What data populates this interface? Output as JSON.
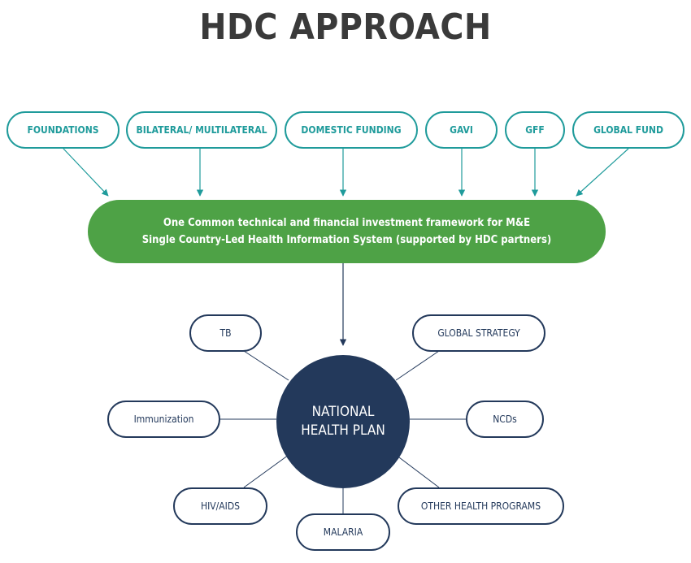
{
  "title": "HDC APPROACH",
  "sources": [
    "FOUNDATIONS",
    "BILATERAL/ MULTILATERAL",
    "DOMESTIC FUNDING",
    "GAVI",
    "GFF",
    "GLOBAL FUND"
  ],
  "framework": {
    "line1": "One Common technical and financial investment framework for M&E",
    "line2": "Single Country-Led Health Information System (supported by HDC partners)"
  },
  "hub": {
    "line1": "NATIONAL",
    "line2": "HEALTH PLAN"
  },
  "topics": {
    "tb": "TB",
    "global_strategy": "GLOBAL STRATEGY",
    "immunization": "Immunization",
    "ncds": "NCDs",
    "hiv_aids": "HIV/AIDS",
    "other_programs": "OTHER HEALTH PROGRAMS",
    "malaria": "MALARIA"
  },
  "colors": {
    "teal": "#1f9b9b",
    "green": "#4ea246",
    "navy": "#23395b",
    "title": "#3a3a3a"
  }
}
